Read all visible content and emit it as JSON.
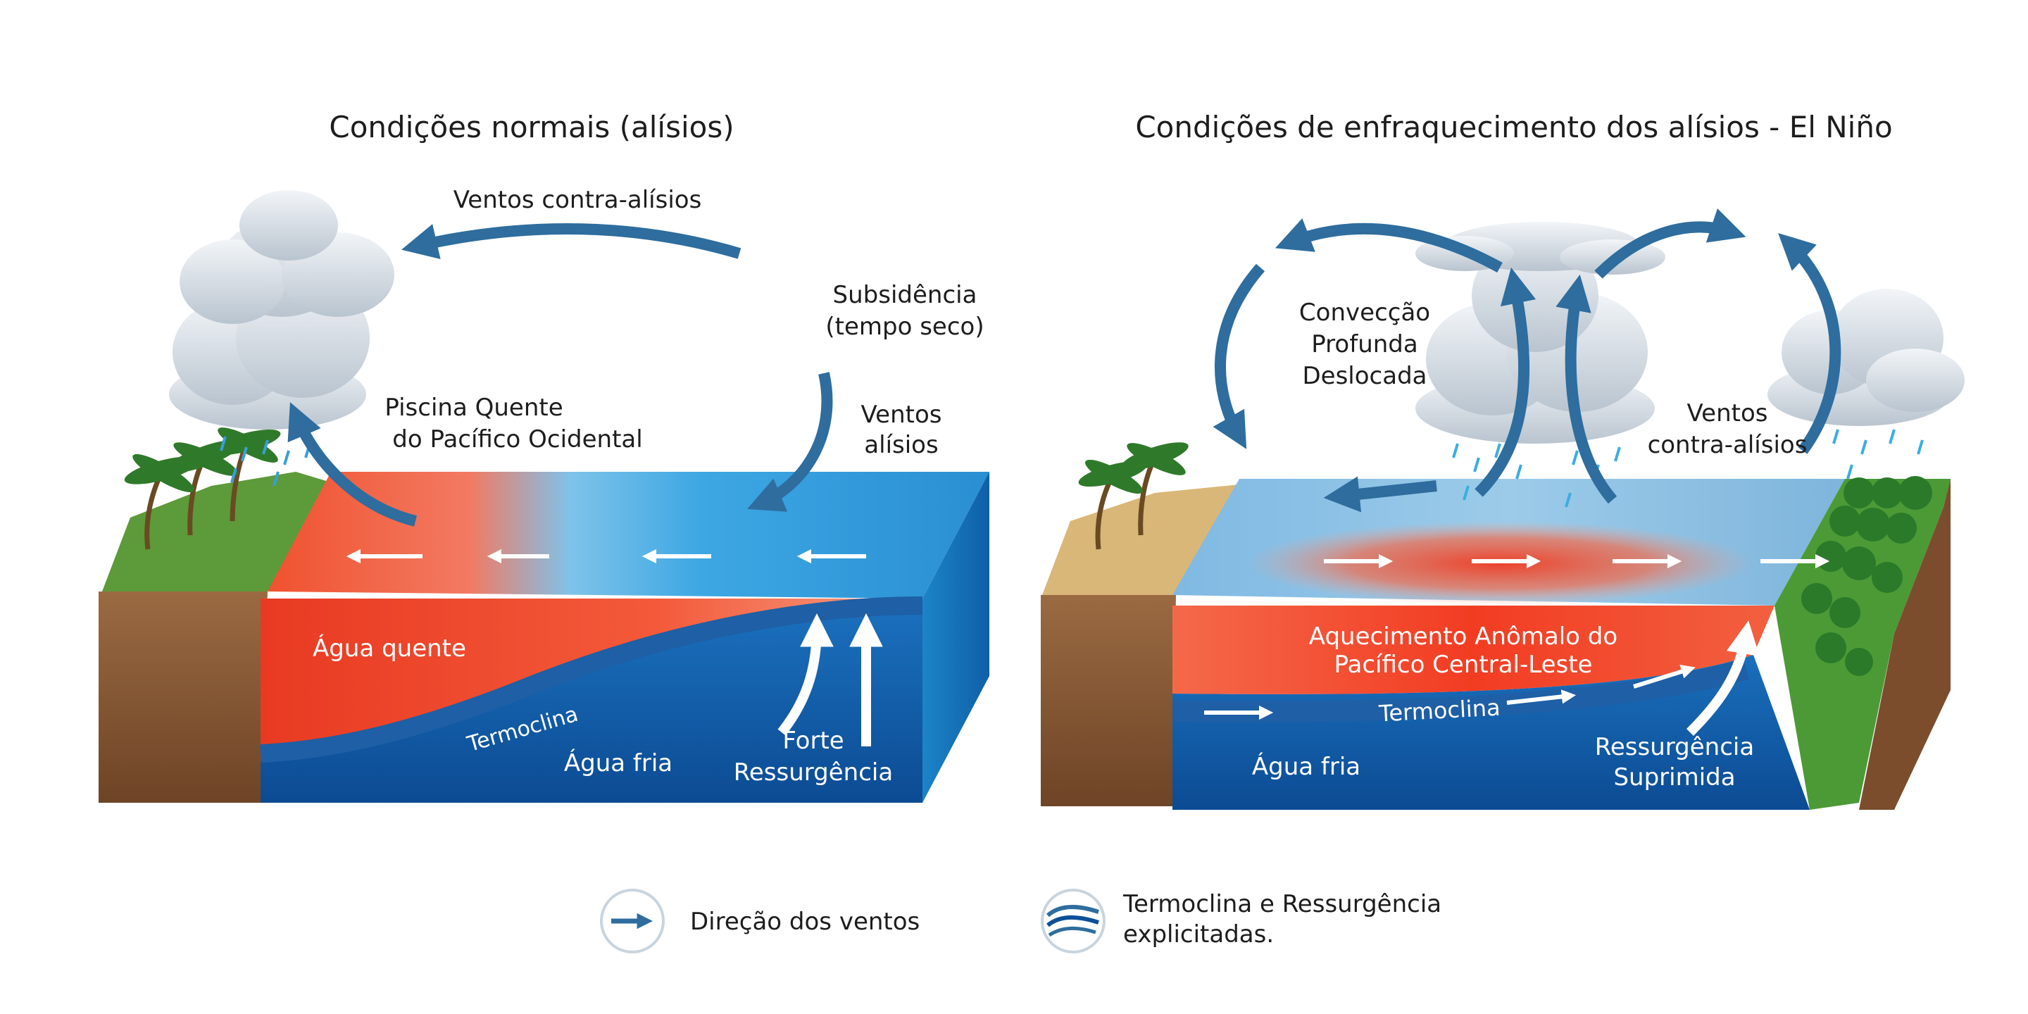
{
  "normal": {
    "title": "Condições normais (alísios)",
    "counter_trade_winds": "Ventos contra-alísios",
    "subsidence_line1": "Subsidência",
    "subsidence_line2": "(tempo seco)",
    "trade_winds_line1": "Ventos",
    "trade_winds_line2": "alísios",
    "warm_pool_line1": "Piscina Quente",
    "warm_pool_line2": "do Pacífico Ocidental",
    "warm_water": "Água quente",
    "thermocline": "Termoclina",
    "cold_water": "Água fria",
    "upwelling_line1": "Forte",
    "upwelling_line2": "Ressurgência"
  },
  "el_nino": {
    "title": "Condições de enfraquecimento dos alísios - El Niño",
    "convection_line1": "Convecção",
    "convection_line2": "Profunda",
    "convection_line3": "Deslocada",
    "counter_trade_winds_line1": "Ventos",
    "counter_trade_winds_line2": "contra-alísios",
    "anomaly_line1": "Aquecimento Anômalo do",
    "anomaly_line2": "Pacífico Central-Leste",
    "thermocline": "Termoclina",
    "cold_water": "Água fria",
    "upwelling_line1": "Ressurgência",
    "upwelling_line2": "Suprimida"
  },
  "legend": {
    "wind_direction": "Direção dos ventos",
    "thermocline_line1": "Termoclina e Ressurgência",
    "thermocline_line2": "explicitadas."
  },
  "colors": {
    "arrow_blue": "#2e6d9e",
    "warm_red": "#f04a30",
    "ocean_blue": "#1f7fc0",
    "deep_blue": "#0d4f98",
    "soil_brown": "#8b5a35"
  }
}
